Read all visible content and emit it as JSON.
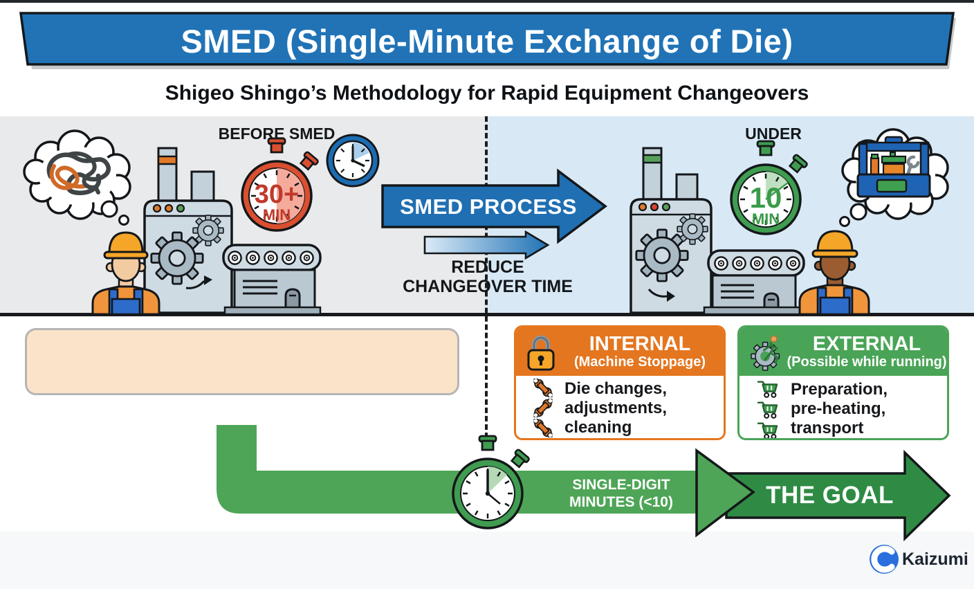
{
  "header": {
    "title": "SMED (Single-Minute Exchange of Die)",
    "subtitle": "Shigeo Shingo’s Methodology for Rapid Equipment Changeovers"
  },
  "before": {
    "label": "BEFORE SMED",
    "timer_value": "30+",
    "timer_unit": "MIN"
  },
  "process": {
    "arrow_label": "SMED PROCESS",
    "caption_line1": "REDUCE",
    "caption_line2": "CHANGEOVER TIME"
  },
  "after": {
    "label": "UNDER",
    "timer_value": "10",
    "timer_unit": "MIN"
  },
  "cards": {
    "internal": {
      "title": "INTERNAL",
      "subtitle": "(Machine Stoppage)",
      "items": [
        "Die changes,",
        "adjustments,",
        "cleaning"
      ]
    },
    "external": {
      "title": "EXTERNAL",
      "subtitle": "(Possible while running)",
      "items": [
        "Preparation,",
        "pre-heating,",
        "transport"
      ]
    }
  },
  "goal": {
    "arrow_line1": "SINGLE-DIGIT",
    "arrow_line2": "MINUTES (<10)",
    "label": "THE GOAL"
  },
  "footer": {
    "brand": "Kaizumi"
  },
  "colors": {
    "banner_blue": "#2173b6",
    "process_arrow_blue": "#1f6fb2",
    "scene_left_bg": "#e9eaeb",
    "scene_right_bg": "#d8e9f5",
    "internal_orange": "#e4761f",
    "external_green": "#4aa457",
    "goal_light_green": "#4ea557",
    "goal_dark_green": "#2f8b44",
    "before_timer_red": "#d94f30",
    "after_timer_green": "#3f9c50",
    "note_box_peach": "#fae3c9",
    "footer_bg": "#f6f8f9",
    "brand_blue": "#2a6fdd"
  },
  "icons": {
    "thought_bubble": "cloud-bubble",
    "tangle": "tangled-rope-scribble",
    "toolbox": "organized-toolbox",
    "stopwatch": "stopwatch-dial",
    "clock": "wall-clock",
    "factory": "machine-with-gears-and-conveyor",
    "worker": "worker-with-hard-hat",
    "lock": "padlock",
    "gear_runner": "gear-with-running-person",
    "wrench": "double-ended-wrench",
    "cart": "transport-cart",
    "brand_mark": "blue-swirl-c"
  }
}
